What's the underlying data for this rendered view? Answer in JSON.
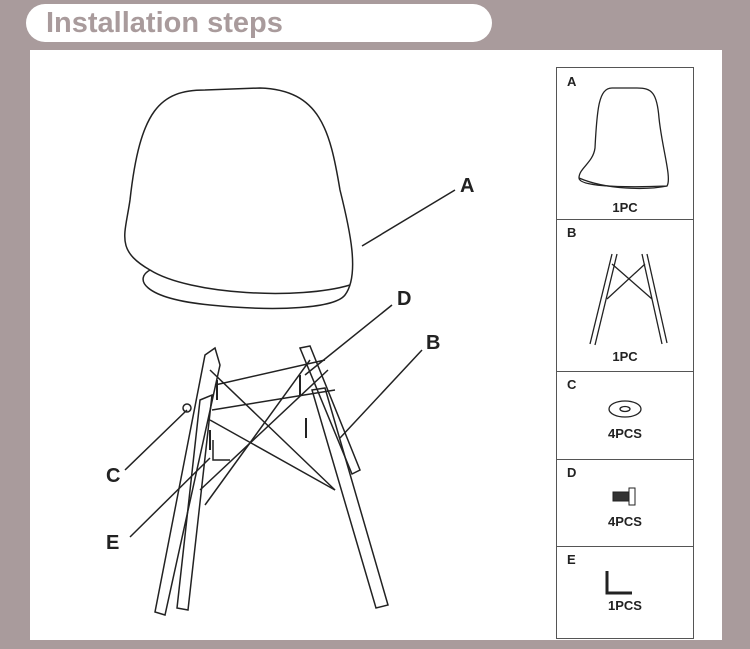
{
  "title": "Installation steps",
  "callouts": {
    "A": "A",
    "B": "B",
    "C": "C",
    "D": "D",
    "E": "E"
  },
  "parts": [
    {
      "label": "A",
      "qty": "1PC"
    },
    {
      "label": "B",
      "qty": "1PC"
    },
    {
      "label": "C",
      "qty": "4PCS"
    },
    {
      "label": "D",
      "qty": "4PCS"
    },
    {
      "label": "E",
      "qty": "1PCS"
    }
  ]
}
